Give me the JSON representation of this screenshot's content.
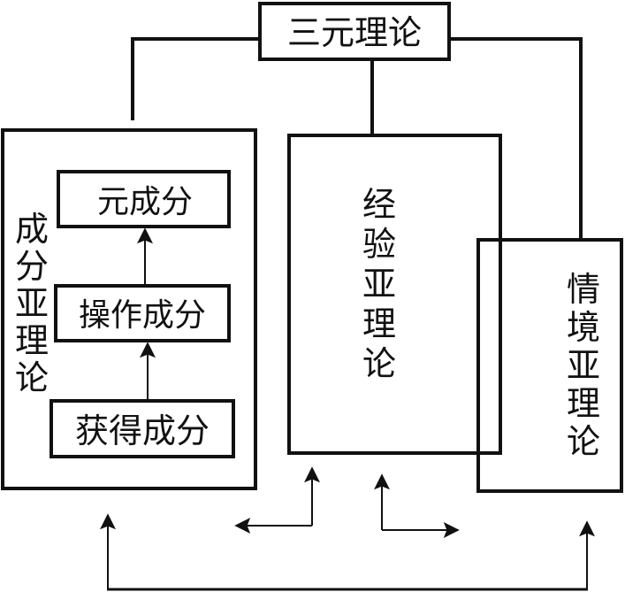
{
  "diagram": {
    "root": {
      "label": "三元理论"
    },
    "componential_subtheory": {
      "label": "成分亚理论",
      "components": [
        {
          "label": "元成分"
        },
        {
          "label": "操作成分"
        },
        {
          "label": "获得成分"
        }
      ]
    },
    "experiential_subtheory": {
      "label": "经验亚理论"
    },
    "contextual_subtheory": {
      "label": "情境亚理论"
    },
    "colors": {
      "line": "#111111",
      "background": "#ffffff"
    }
  }
}
